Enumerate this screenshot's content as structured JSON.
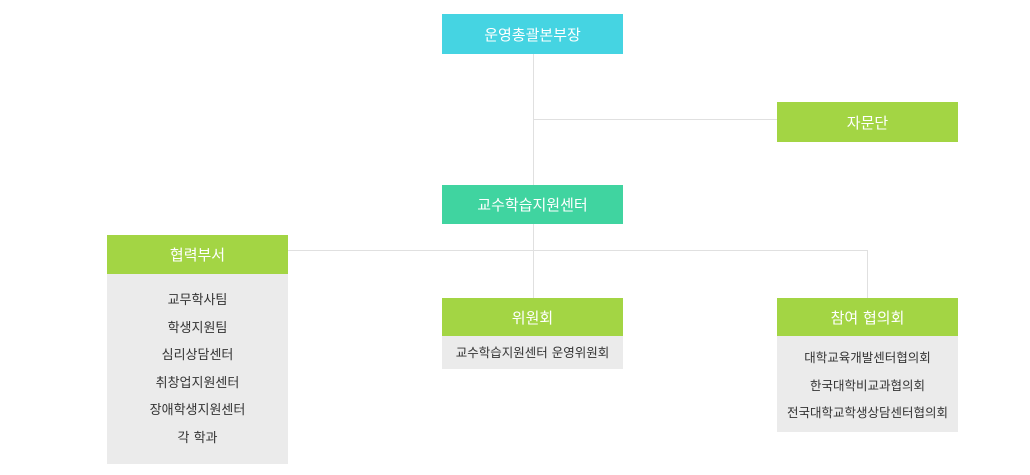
{
  "top": {
    "label": "운영총괄본부장"
  },
  "advisory": {
    "label": "자문단"
  },
  "center": {
    "label": "교수학습지원센터"
  },
  "cooperation": {
    "label": "협력부서",
    "items": [
      "교무학사팀",
      "학생지원팀",
      "심리상담센터",
      "취창업지원센터",
      "장애학생지원센터",
      "각 학과"
    ]
  },
  "committee": {
    "label": "위원회",
    "items": [
      "교수학습지원센터 운영위원회"
    ]
  },
  "council": {
    "label": "참여 협의회",
    "items": [
      "대학교육개발센터협의회",
      "한국대학비교과협의회",
      "전국대학교학생상담센터협의회"
    ]
  },
  "colors": {
    "top_box": "#45d4e2",
    "center_box": "#40d4a0",
    "green_box": "#a3d544",
    "panel_bg": "#ebebeb",
    "connector": "#e0e0e0"
  }
}
